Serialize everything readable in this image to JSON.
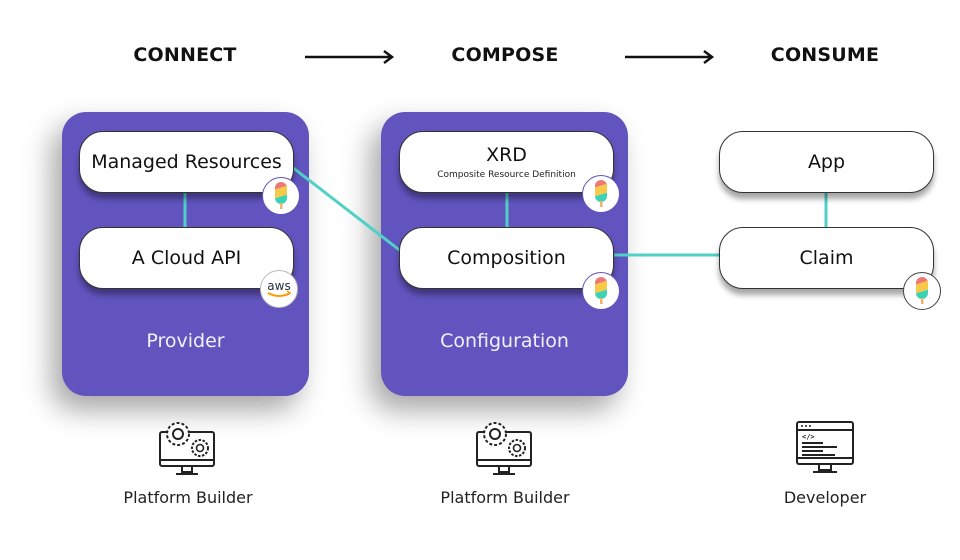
{
  "stages": [
    {
      "title": "CONNECT"
    },
    {
      "title": "COMPOSE"
    },
    {
      "title": "CONSUME"
    }
  ],
  "panels": {
    "provider": {
      "label": "Provider",
      "nodes": [
        {
          "label": "Managed Resources",
          "badge": "crossplane-popsicle-icon"
        },
        {
          "label": "A Cloud API",
          "badge": "aws-logo-icon",
          "badge_text": "aws"
        }
      ]
    },
    "configuration": {
      "label": "Configuration",
      "nodes": [
        {
          "label": "XRD",
          "sublabel": "Composite Resource Definition",
          "badge": "crossplane-popsicle-icon"
        },
        {
          "label": "Composition",
          "badge": "crossplane-popsicle-icon"
        }
      ]
    },
    "consume": {
      "nodes": [
        {
          "label": "App"
        },
        {
          "label": "Claim",
          "badge": "crossplane-popsicle-icon"
        }
      ]
    }
  },
  "personas": [
    {
      "label": "Platform Builder",
      "icon": "monitor-gears-icon"
    },
    {
      "label": "Platform Builder",
      "icon": "monitor-gears-icon"
    },
    {
      "label": "Developer",
      "icon": "monitor-code-icon"
    }
  ],
  "colors": {
    "panel": "#6154bf",
    "connector": "#4fd1c5",
    "text": "#111111"
  }
}
